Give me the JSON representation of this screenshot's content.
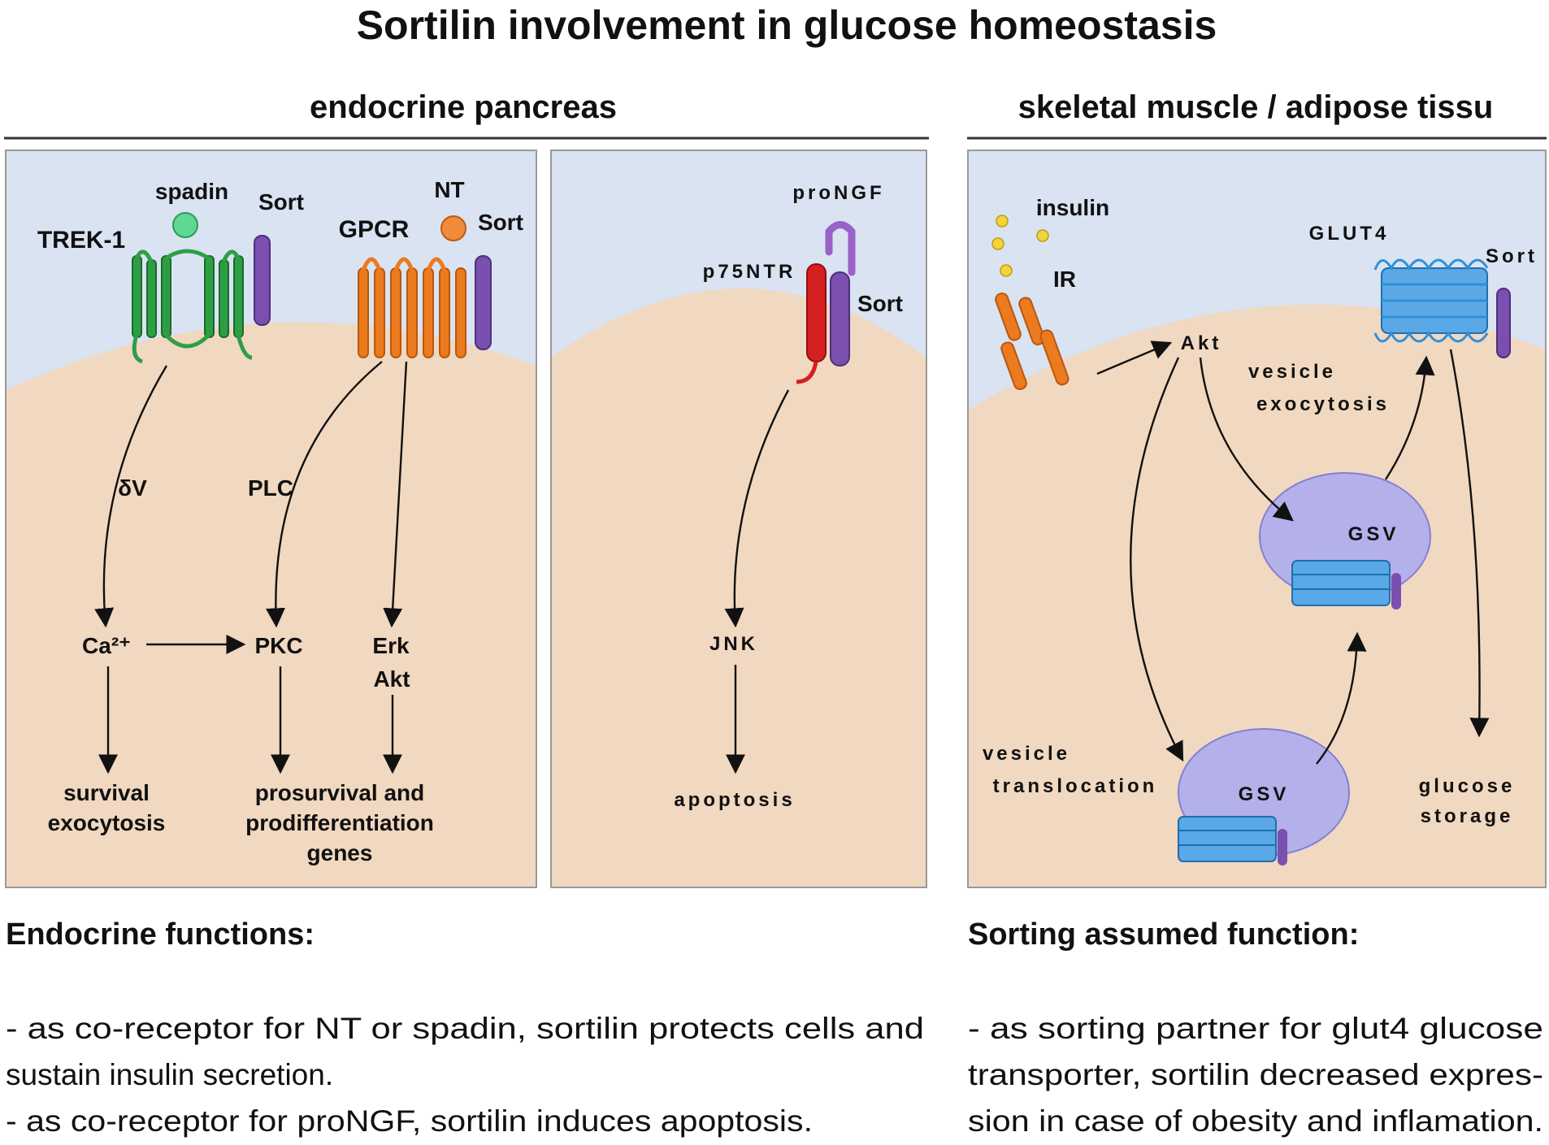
{
  "title": "Sortilin involvement in glucose homeostasis",
  "sections": {
    "left": "endocrine pancreas",
    "right": "skeletal muscle / adipose tissu"
  },
  "panel1": {
    "labels": {
      "spadin": "spadin",
      "sort_a": "Sort",
      "nt": "NT",
      "sort_b": "Sort",
      "trek1": "TREK-1",
      "gpcr": "GPCR",
      "dv": "δV",
      "plc": "PLC",
      "ca": "Ca²⁺",
      "pkc": "PKC",
      "erk": "Erk",
      "akt": "Akt",
      "out_left_1": "survival",
      "out_left_2": "exocytosis",
      "out_right_1": "prosurvival and",
      "out_right_2": "prodifferentiation",
      "out_right_3": "genes"
    }
  },
  "panel2": {
    "labels": {
      "prongf": "proNGF",
      "p75ntr": "p75NTR",
      "sort": "Sort",
      "jnk": "JNK",
      "apoptosis": "apoptosis"
    }
  },
  "panel3": {
    "labels": {
      "insulin": "insulin",
      "ir": "IR",
      "glut4": "GLUT4",
      "sort": "Sort",
      "akt": "Akt",
      "vex_1": "vesicle",
      "vex_2": "exocytosis",
      "gsv_top": "GSV",
      "gsv_bottom": "GSV",
      "vtr_1": "vesicle",
      "vtr_2": "translocation",
      "gs_1": "glucose",
      "gs_2": "storage"
    }
  },
  "text_left": {
    "heading": "Endocrine functions:",
    "line1": "- as co-receptor for NT or spadin, sortilin  protects cells and",
    "line2": "sustain insulin secretion.",
    "line3": "- as co-receptor for proNGF, sortilin induces apoptosis."
  },
  "text_right": {
    "heading": "Sorting assumed function:",
    "line1": "- as sorting partner for glut4 glucose",
    "line2": "transporter, sortilin decreased expres-",
    "line3": "sion in case of obesity and inflamation."
  },
  "colors": {
    "extracellular": "#d9e3f2",
    "cytoplasm": "#f1d8c0",
    "trek1": "#2e9e45",
    "gpcr": "#ec7a1e",
    "sortilin": "#7a4fb0",
    "p75ntr": "#d42020",
    "glut4": "#2f8fd8",
    "gsv": "#b4b0ea"
  }
}
